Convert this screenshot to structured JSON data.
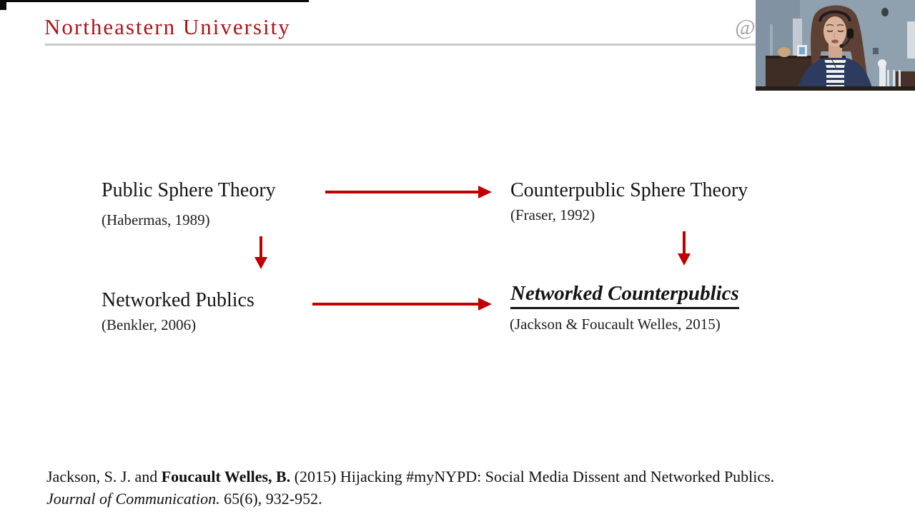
{
  "colors": {
    "brand_red": "#b0121a",
    "arrow_red": "#c00000",
    "rule_gray": "#c9c9c9"
  },
  "header": {
    "wordmark": "Northeastern University",
    "handle_fragment": "@"
  },
  "diagram": {
    "nodes": [
      {
        "title": "Public Sphere Theory",
        "cite": "(Habermas, 1989)"
      },
      {
        "title": "Counterpublic Sphere Theory",
        "cite": "(Fraser, 1992)"
      },
      {
        "title": "Networked Publics",
        "cite": "(Benkler, 2006)"
      },
      {
        "title": "Networked Counterpublics",
        "cite": "(Jackson & Foucault Welles, 2015)"
      }
    ]
  },
  "citation": {
    "line1_pre": "Jackson, S. J. and ",
    "line1_bold": "Foucault Welles, B.",
    "line1_rest": " (2015) Hijacking #myNYPD: Social Media Dissent and Networked Publics.",
    "line2_italic": "Journal of Communication.",
    "line2_rest": " 65(6), 932-952."
  }
}
